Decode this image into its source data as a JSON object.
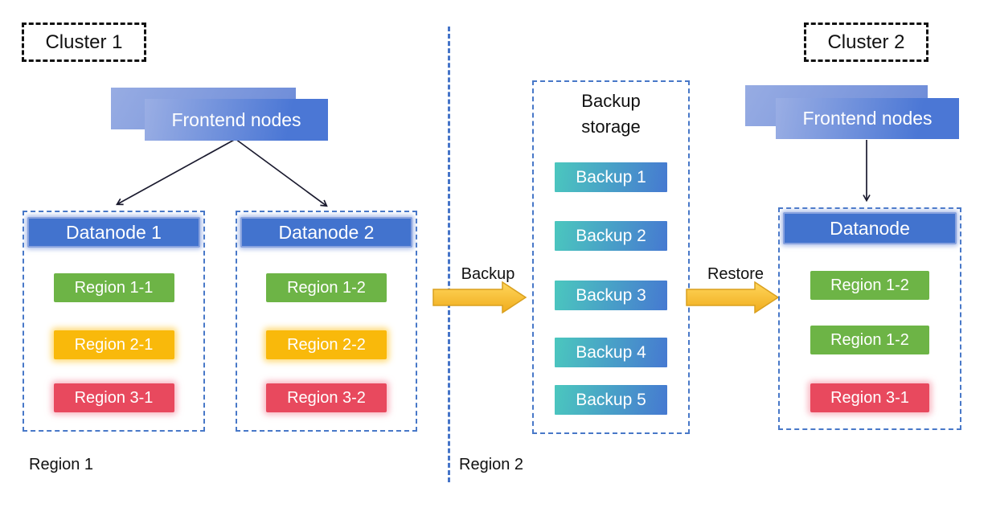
{
  "cluster1": {
    "label": "Cluster 1",
    "frontend_label": "Frontend nodes",
    "datanode1": {
      "title": "Datanode 1",
      "regions": [
        "Region 1-1",
        "Region 2-1",
        "Region 3-1"
      ]
    },
    "datanode2": {
      "title": "Datanode 2",
      "regions": [
        "Region 1-2",
        "Region 2-2",
        "Region 3-2"
      ]
    },
    "footer_label": "Region 1"
  },
  "middle": {
    "backup_label": "Backup",
    "restore_label": "Restore",
    "storage": {
      "title": "Backup storage",
      "items": [
        "Backup 1",
        "Backup 2",
        "Backup 3",
        "Backup 4",
        "Backup 5"
      ]
    },
    "footer_label": "Region 2"
  },
  "cluster2": {
    "label": "Cluster 2",
    "frontend_label": "Frontend nodes",
    "datanode": {
      "title": "Datanode",
      "regions": [
        "Region 1-2",
        "Region 1-2",
        "Region 3-1"
      ]
    }
  },
  "colors": {
    "region_green": "#6DB446",
    "region_yellow": "#F9B90B",
    "region_red": "#E8495E",
    "datanode_header_blue": "#4273CE",
    "frontend_gradient_light": "#9AAEE4",
    "frontend_gradient_dark": "#4B77D5",
    "backup_gradient_teal": "#4BC7BE",
    "backup_gradient_blue": "#4679D1",
    "flow_arrow_gold_light": "#FFD65C",
    "flow_arrow_gold_dark": "#F0AC1C",
    "dashed_border_blue": "#4878C8",
    "cluster_border_black": "#111111"
  }
}
